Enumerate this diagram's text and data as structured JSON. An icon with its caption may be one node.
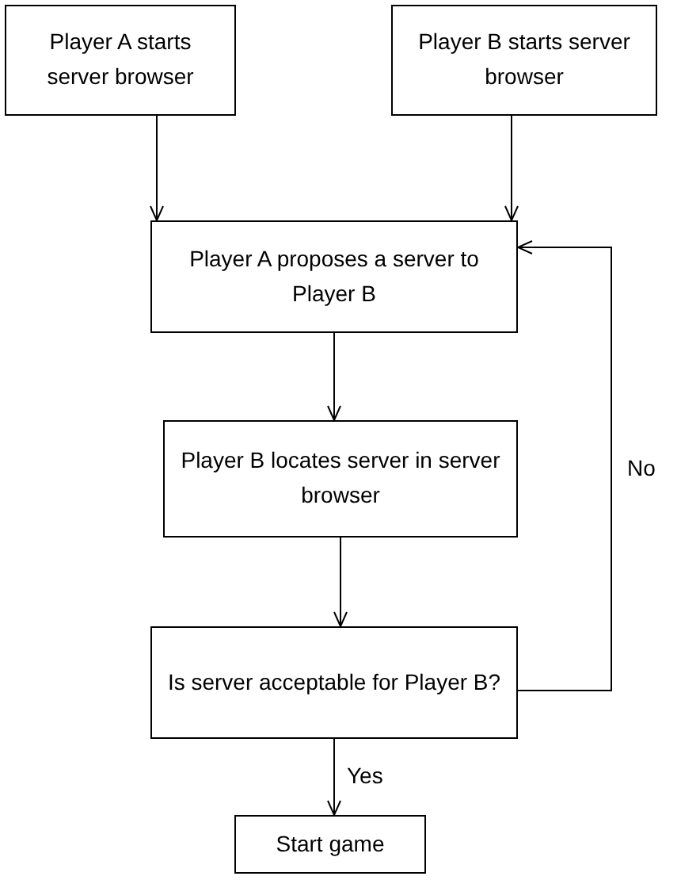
{
  "diagram": {
    "nodes": [
      {
        "text": [
          "Player A starts server browser"
        ]
      },
      {
        "text": [
          "Player B starts server browser"
        ]
      },
      {
        "text": [
          "Player A proposes a server to Player B"
        ]
      },
      {
        "text": [
          "Player B locates server in server browser"
        ]
      },
      {
        "text": [
          "Is server acceptable for Player B?"
        ]
      },
      {
        "text": [
          "Start game"
        ]
      }
    ],
    "edges": [
      {
        "from": 0,
        "to": 2,
        "arrow": "to"
      },
      {
        "from": 1,
        "to": 2,
        "arrow": "to"
      },
      {
        "from": 2,
        "to": 3,
        "arrow": "to"
      },
      {
        "from": 3,
        "to": 4,
        "arrow": "to"
      },
      {
        "from": 4,
        "to": 5,
        "arrow": "to",
        "label": "Yes"
      },
      {
        "from": 4,
        "to": 2,
        "arrow": "to",
        "label": "No"
      }
    ]
  }
}
